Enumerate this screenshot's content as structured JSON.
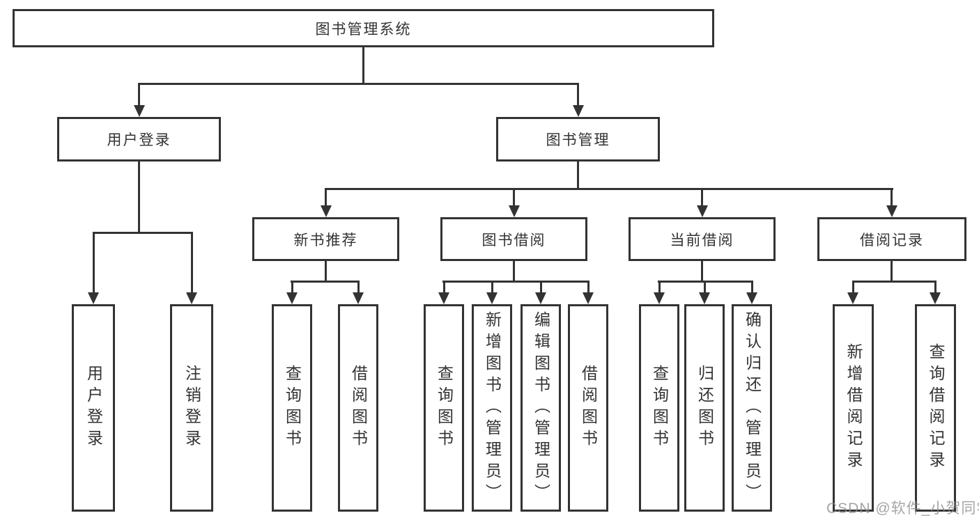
{
  "root": {
    "label": "图书管理系统"
  },
  "branches": {
    "user_login": {
      "label": "用户登录",
      "children": {
        "login": {
          "label": "用户登录"
        },
        "logout": {
          "label": "注销登录"
        }
      }
    },
    "book_management": {
      "label": "图书管理",
      "sections": {
        "new_book_recommend": {
          "label": "新书推荐",
          "children": {
            "query_books": {
              "label": "查询图书"
            },
            "borrow_books": {
              "label": "借阅图书"
            }
          }
        },
        "book_borrowing": {
          "label": "图书借阅",
          "children": {
            "query_books": {
              "label": "查询图书"
            },
            "add_books_admin": {
              "label": "新增图书（管理员）"
            },
            "edit_books_admin": {
              "label": "编辑图书（管理员）"
            },
            "borrow_books": {
              "label": "借阅图书"
            }
          }
        },
        "current_borrowing": {
          "label": "当前借阅",
          "children": {
            "query_books": {
              "label": "查询图书"
            },
            "return_books": {
              "label": "归还图书"
            },
            "confirm_return_admin": {
              "label": "确认归还（管理员）"
            }
          }
        },
        "borrowing_records": {
          "label": "借阅记录",
          "children": {
            "add_borrow_record": {
              "label": "新增借阅记录"
            },
            "query_borrow_record": {
              "label": "查询借阅记录"
            }
          }
        }
      }
    }
  },
  "watermark": "CSDN @软件_小贺同学",
  "colors": {
    "line": "#333333",
    "text": "#333333",
    "box_background": "#ffffff",
    "watermark": "#8c8c8c"
  }
}
